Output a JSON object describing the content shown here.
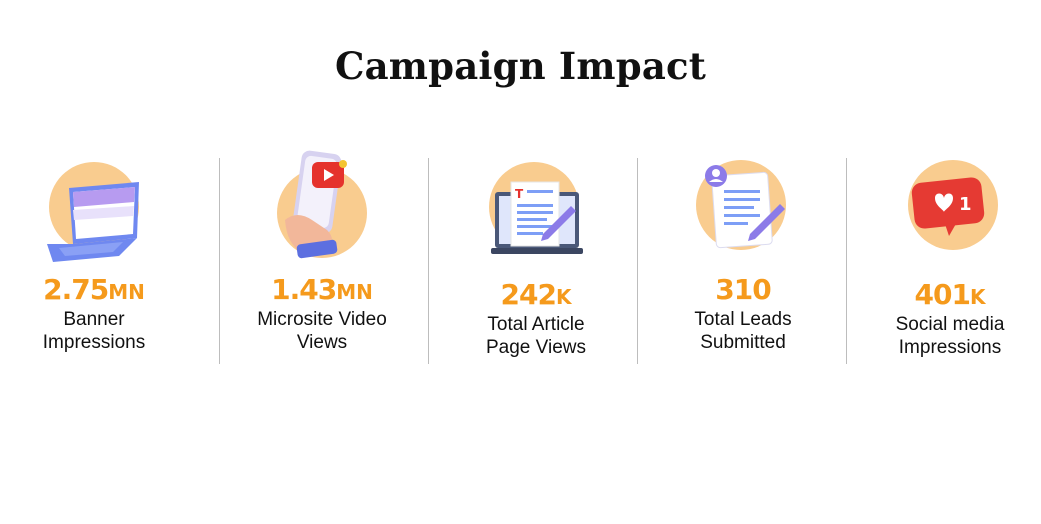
{
  "title": "Campaign Impact",
  "colors": {
    "accent": "#f59a1c",
    "circle": "#f9cc8f",
    "divider": "#bdbdbd"
  },
  "stats": [
    {
      "icon": "laptop-icon",
      "value": "2.75",
      "unit": "MN",
      "label_lines": [
        "Banner",
        "Impressions"
      ]
    },
    {
      "icon": "phone-video-icon",
      "value": "1.43",
      "unit": "MN",
      "label_lines": [
        "Microsite Video",
        "Views"
      ]
    },
    {
      "icon": "article-icon",
      "value": "242",
      "unit": "K",
      "label_lines": [
        "Total Article",
        "Page Views"
      ]
    },
    {
      "icon": "lead-form-icon",
      "value": "310",
      "unit": "",
      "label_lines": [
        "Total Leads",
        "Submitted"
      ]
    },
    {
      "icon": "like-notification-icon",
      "value": "401",
      "unit": "K",
      "label_lines": [
        "Social media",
        "Impressions"
      ]
    }
  ]
}
